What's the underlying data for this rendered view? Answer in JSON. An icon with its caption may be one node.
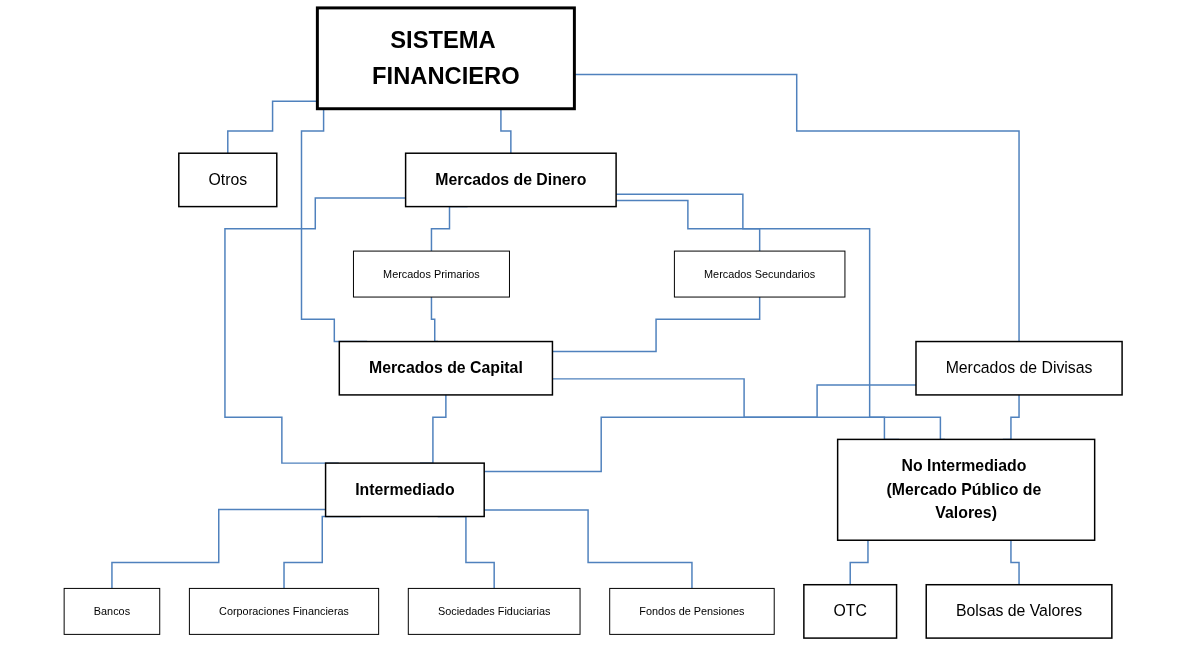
{
  "diagram": {
    "nodes": [
      {
        "text": [
          "SISTEMA FINANCIERO"
        ]
      },
      {
        "text": [
          "Otros"
        ]
      },
      {
        "text": [
          "Mercados de Dinero"
        ]
      },
      {
        "text": [
          "Mercados Primarios"
        ]
      },
      {
        "text": [
          "Mercados Secundarios"
        ]
      },
      {
        "text": [
          "Mercados de Capital"
        ]
      },
      {
        "text": [
          "Mercados de Divisas"
        ]
      },
      {
        "text": [
          "Intermediado"
        ]
      },
      {
        "text": [
          "No Intermediado (Mercado Público de Valores)"
        ]
      },
      {
        "text": [
          "OTC"
        ]
      },
      {
        "text": [
          "Bolsas de Valores"
        ]
      },
      {
        "text": [
          "Bancos"
        ]
      },
      {
        "text": [
          "Corporaciones Financieras"
        ]
      },
      {
        "text": [
          "Sociedades Fiduciarias"
        ]
      },
      {
        "text": [
          "Fondos de Pensiones"
        ]
      }
    ],
    "edges": [
      {
        "from": 0,
        "to": 1,
        "arrow": "none"
      },
      {
        "from": 0,
        "to": 2,
        "arrow": "none"
      },
      {
        "from": 0,
        "to": 5,
        "arrow": "none"
      },
      {
        "from": 0,
        "to": 6,
        "arrow": "none"
      },
      {
        "from": 2,
        "to": 3,
        "arrow": "none"
      },
      {
        "from": 2,
        "to": 4,
        "arrow": "none"
      },
      {
        "from": 3,
        "to": 5,
        "arrow": "none"
      },
      {
        "from": 4,
        "to": 5,
        "arrow": "none"
      },
      {
        "from": 2,
        "to": 7,
        "arrow": "none"
      },
      {
        "from": 2,
        "to": 8,
        "arrow": "none"
      },
      {
        "from": 5,
        "to": 7,
        "arrow": "none"
      },
      {
        "from": 5,
        "to": 8,
        "arrow": "none"
      },
      {
        "from": 6,
        "to": 7,
        "arrow": "none"
      },
      {
        "from": 6,
        "to": 8,
        "arrow": "none"
      },
      {
        "from": 8,
        "to": 9,
        "arrow": "none"
      },
      {
        "from": 8,
        "to": 10,
        "arrow": "none"
      },
      {
        "from": 7,
        "to": 11,
        "arrow": "none"
      },
      {
        "from": 7,
        "to": 12,
        "arrow": "none"
      },
      {
        "from": 7,
        "to": 13,
        "arrow": "none"
      },
      {
        "from": 7,
        "to": 14,
        "arrow": "none"
      }
    ]
  }
}
